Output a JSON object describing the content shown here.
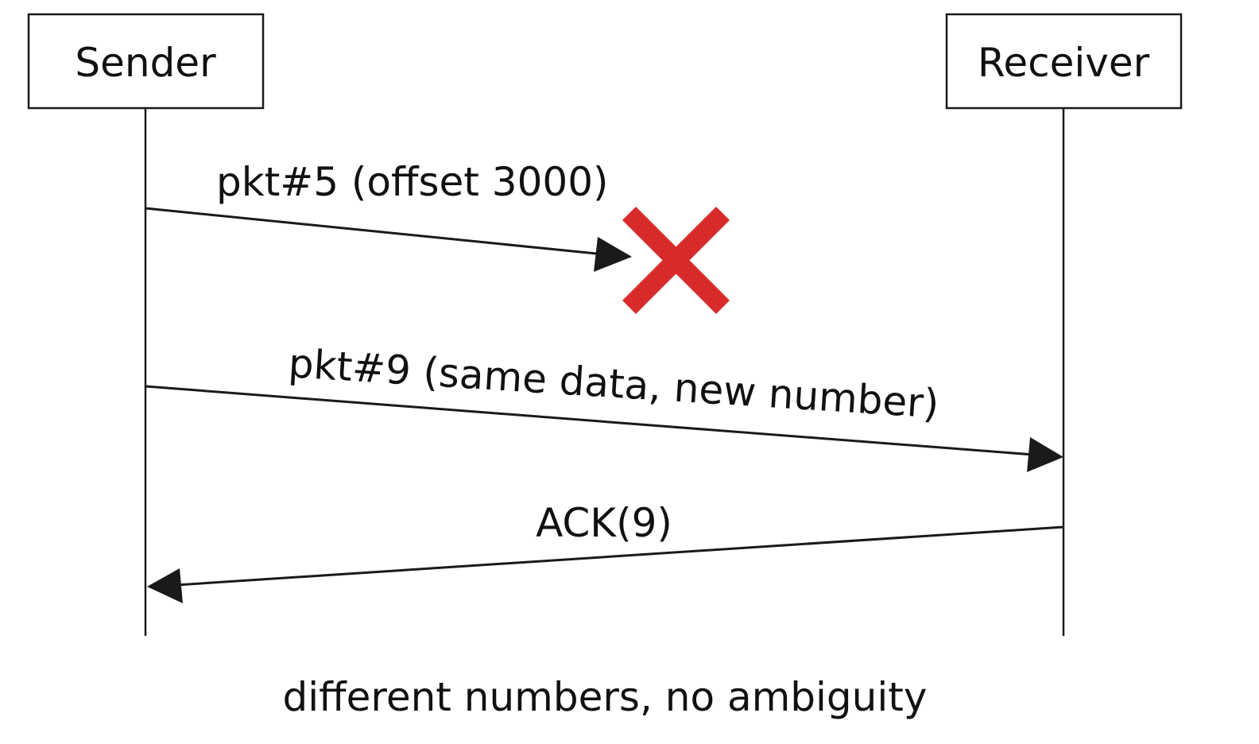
{
  "actors": {
    "sender": "Sender",
    "receiver": "Receiver"
  },
  "messages": [
    {
      "label": "pkt#5 (offset 3000)",
      "from": "Sender",
      "to": "Receiver",
      "status": "lost"
    },
    {
      "label": "pkt#9 (same data, new number)",
      "from": "Sender",
      "to": "Receiver",
      "status": "delivered"
    },
    {
      "label": "ACK(9)",
      "from": "Receiver",
      "to": "Sender",
      "status": "delivered"
    }
  ],
  "loss_marker": {
    "icon": "x-mark-icon",
    "color": "#d92b2b"
  },
  "caption": "different numbers, no ambiguity",
  "colors": {
    "line": "#1a1a1a",
    "loss": "#d92b2b"
  }
}
